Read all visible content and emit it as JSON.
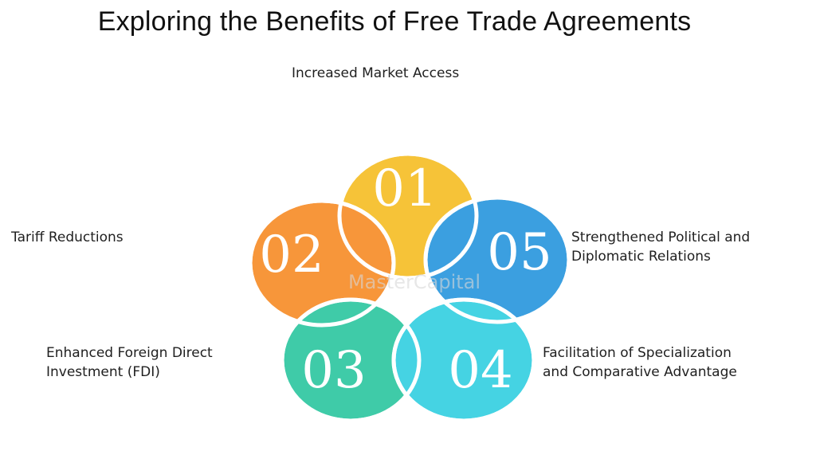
{
  "title": "Exploring the Benefits of Free Trade Agreements",
  "watermark": "MasterCapital",
  "items": [
    {
      "number": "01",
      "label_lines": [
        "Increased Market Access"
      ],
      "color": "#F6C338"
    },
    {
      "number": "02",
      "label_lines": [
        "Tariff Reductions"
      ],
      "color": "#F7963A"
    },
    {
      "number": "03",
      "label_lines": [
        "Enhanced Foreign Direct",
        "Investment (FDI)"
      ],
      "color": "#3FCBA8"
    },
    {
      "number": "04",
      "label_lines": [
        "Facilitation of Specialization",
        "and Comparative Advantage"
      ],
      "color": "#45D3E3"
    },
    {
      "number": "05",
      "label_lines": [
        "Strengthened Political and",
        "Diplomatic Relations"
      ],
      "color": "#3B9FE0"
    }
  ]
}
